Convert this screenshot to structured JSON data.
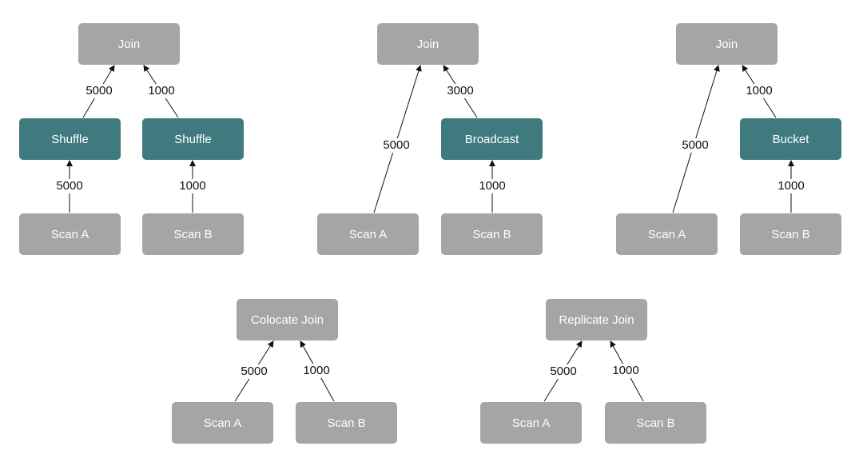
{
  "diagrams": [
    {
      "join": "Join",
      "left_exchange": "Shuffle",
      "right_exchange": "Shuffle",
      "scan_left": "Scan A",
      "scan_right": "Scan B",
      "left_in": "5000",
      "left_out": "5000",
      "right_in": "1000",
      "right_out": "1000"
    },
    {
      "join": "Join",
      "right_exchange": "Broadcast",
      "scan_left": "Scan A",
      "scan_right": "Scan B",
      "left_direct": "5000",
      "right_in": "1000",
      "right_out": "3000"
    },
    {
      "join": "Join",
      "right_exchange": "Bucket",
      "scan_left": "Scan A",
      "scan_right": "Scan B",
      "left_direct": "5000",
      "right_in": "1000",
      "right_out": "1000"
    },
    {
      "join": "Colocate Join",
      "scan_left": "Scan A",
      "scan_right": "Scan B",
      "left_edge": "5000",
      "right_edge": "1000"
    },
    {
      "join": "Replicate Join",
      "scan_left": "Scan A",
      "scan_right": "Scan B",
      "left_edge": "5000",
      "right_edge": "1000"
    }
  ]
}
